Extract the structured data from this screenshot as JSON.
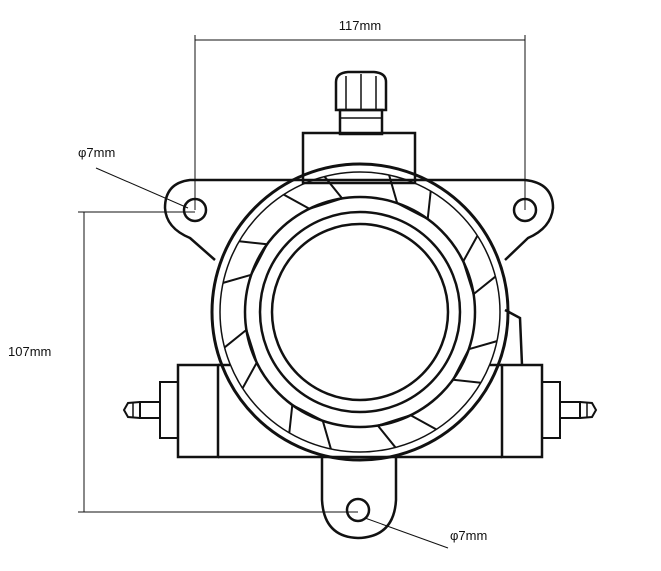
{
  "dimensions": {
    "width_label": "117mm",
    "height_label": "107mm",
    "hole_top_label": "φ7mm",
    "hole_bottom_label": "φ7mm"
  },
  "colors": {
    "line": "#111111",
    "background": "#ffffff"
  }
}
